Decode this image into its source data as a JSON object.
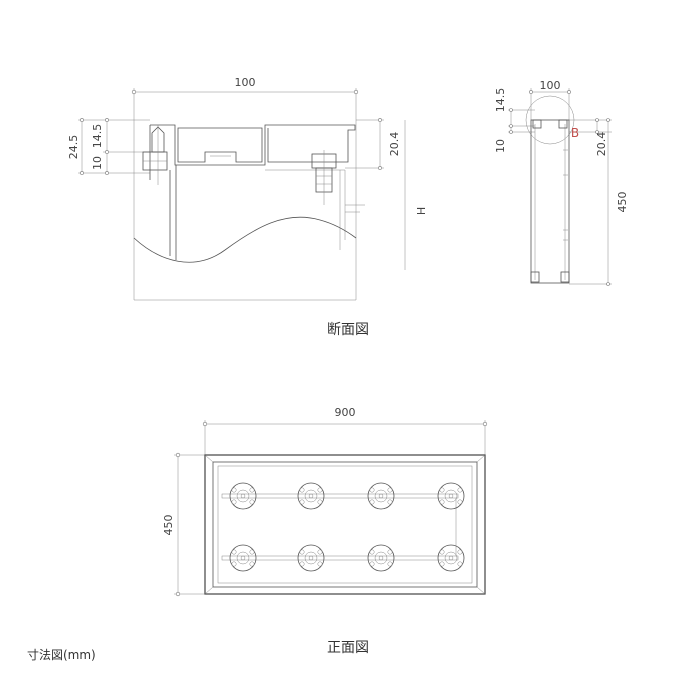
{
  "section": {
    "caption": "断面図",
    "width_dim": "100",
    "left_dim_outer": "24.5",
    "left_dim_top": "14.5",
    "left_dim_bottom": "10",
    "right_dim": "20.4",
    "height_label": "H"
  },
  "side": {
    "width_dim": "100",
    "top_dim": "14.5",
    "left_dim": "10",
    "right_dim": "20.4",
    "height_dim": "450",
    "detail_label": "B"
  },
  "front": {
    "caption": "正面図",
    "width_dim": "900",
    "height_dim": "450"
  },
  "footer": {
    "units_label": "寸法図(mm)"
  },
  "colors": {
    "detail_label": "#c0504d"
  }
}
